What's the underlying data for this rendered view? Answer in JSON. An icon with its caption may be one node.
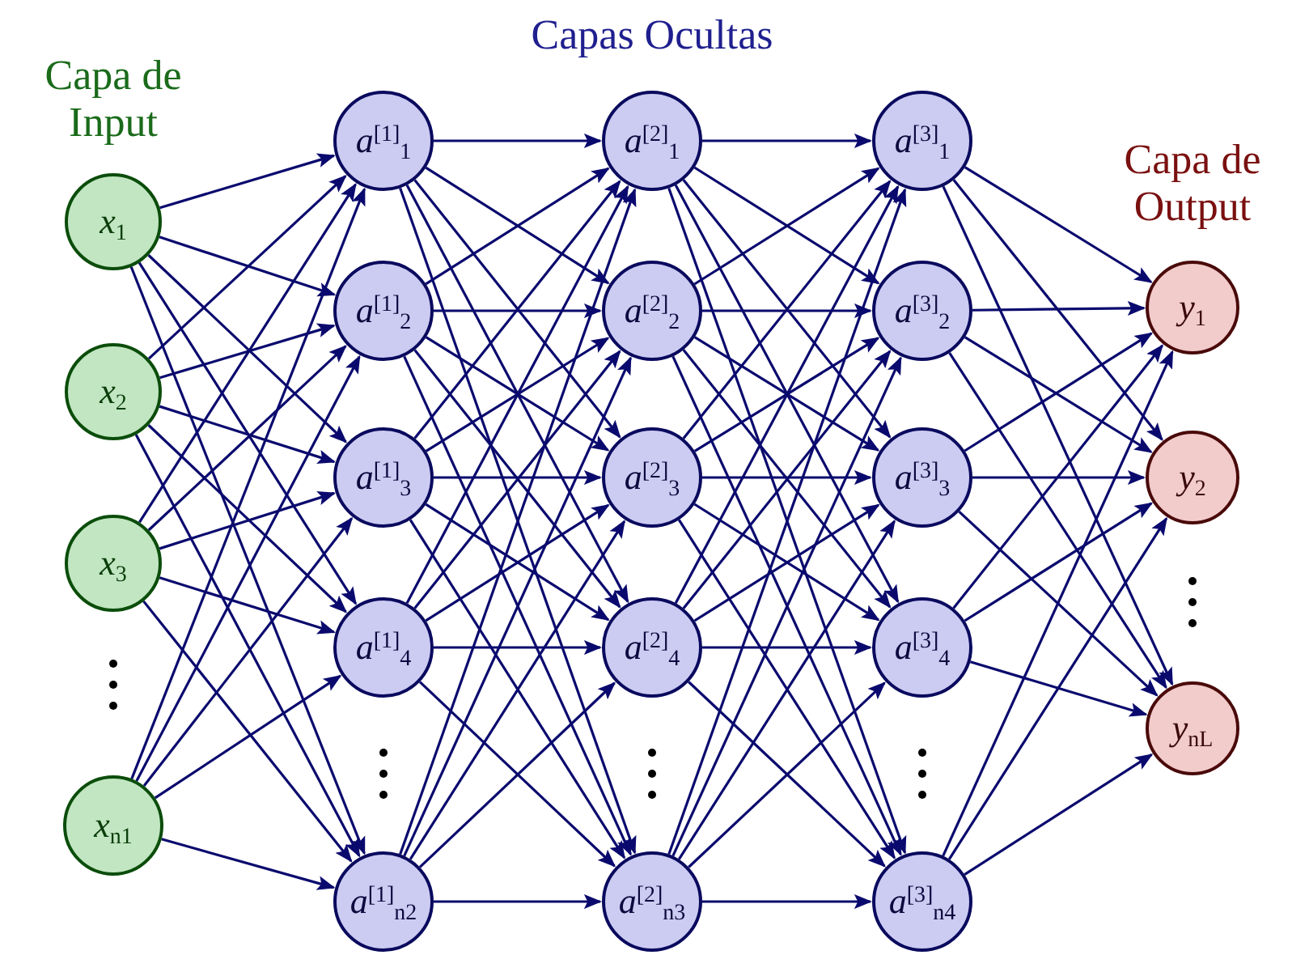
{
  "diagram": {
    "nodes": [
      {
        "text": [
          "*x*$_{1}$"
        ]
      },
      {
        "text": [
          "*x*$_{2}$"
        ]
      },
      {
        "text": [
          "*x*$_{3}$"
        ]
      },
      {
        "text": [
          "*x*$_{n1}$"
        ]
      },
      {
        "text": [
          "*a*$^{[1]}$$_{1}$"
        ]
      },
      {
        "text": [
          "*a*$^{[1]}$$_{2}$"
        ]
      },
      {
        "text": [
          "*a*$^{[1]}$$_{3}$"
        ]
      },
      {
        "text": [
          "*a*$^{[1]}$$_{4}$"
        ]
      },
      {
        "text": [
          "*a*$^{[1]}$$_{n2}$"
        ]
      },
      {
        "text": [
          "*a*$^{[2]}$$_{1}$"
        ]
      },
      {
        "text": [
          "*a*$^{[2]}$$_{2}$"
        ]
      },
      {
        "text": [
          "*a*$^{[2]}$$_{3}$"
        ]
      },
      {
        "text": [
          "*a*$^{[2]}$$_{4}$"
        ]
      },
      {
        "text": [
          "*a*$^{[2]}$$_{n3}$"
        ]
      },
      {
        "text": [
          "*a*$^{[3]}$$_{1}$"
        ]
      },
      {
        "text": [
          "*a*$^{[3]}$$_{2}$"
        ]
      },
      {
        "text": [
          "*a*$^{[3]}$$_{3}$"
        ]
      },
      {
        "text": [
          "*a*$^{[3]}$$_{4}$"
        ]
      },
      {
        "text": [
          "*a*$^{[3]}$$_{n4}$"
        ]
      },
      {
        "text": [
          "*y*$_{1}$"
        ]
      },
      {
        "text": [
          "*y*$_{2}$"
        ]
      },
      {
        "text": [
          "*y*$_{nL}$"
        ]
      }
    ],
    "edges": [
      {
        "from": 0,
        "to": 4,
        "arrow": "to"
      },
      {
        "from": 0,
        "to": 5,
        "arrow": "to"
      },
      {
        "from": 0,
        "to": 6,
        "arrow": "to"
      },
      {
        "from": 0,
        "to": 7,
        "arrow": "to"
      },
      {
        "from": 0,
        "to": 8,
        "arrow": "to"
      },
      {
        "from": 1,
        "to": 4,
        "arrow": "to"
      },
      {
        "from": 1,
        "to": 5,
        "arrow": "to"
      },
      {
        "from": 1,
        "to": 6,
        "arrow": "to"
      },
      {
        "from": 1,
        "to": 7,
        "arrow": "to"
      },
      {
        "from": 1,
        "to": 8,
        "arrow": "to"
      },
      {
        "from": 2,
        "to": 4,
        "arrow": "to"
      },
      {
        "from": 2,
        "to": 5,
        "arrow": "to"
      },
      {
        "from": 2,
        "to": 6,
        "arrow": "to"
      },
      {
        "from": 2,
        "to": 7,
        "arrow": "to"
      },
      {
        "from": 2,
        "to": 8,
        "arrow": "to"
      },
      {
        "from": 3,
        "to": 4,
        "arrow": "to"
      },
      {
        "from": 3,
        "to": 5,
        "arrow": "to"
      },
      {
        "from": 3,
        "to": 6,
        "arrow": "to"
      },
      {
        "from": 3,
        "to": 7,
        "arrow": "to"
      },
      {
        "from": 3,
        "to": 8,
        "arrow": "to"
      },
      {
        "from": 4,
        "to": 9,
        "arrow": "to"
      },
      {
        "from": 4,
        "to": 10,
        "arrow": "to"
      },
      {
        "from": 4,
        "to": 11,
        "arrow": "to"
      },
      {
        "from": 4,
        "to": 12,
        "arrow": "to"
      },
      {
        "from": 4,
        "to": 13,
        "arrow": "to"
      },
      {
        "from": 5,
        "to": 9,
        "arrow": "to"
      },
      {
        "from": 5,
        "to": 10,
        "arrow": "to"
      },
      {
        "from": 5,
        "to": 11,
        "arrow": "to"
      },
      {
        "from": 5,
        "to": 12,
        "arrow": "to"
      },
      {
        "from": 5,
        "to": 13,
        "arrow": "to"
      },
      {
        "from": 6,
        "to": 9,
        "arrow": "to"
      },
      {
        "from": 6,
        "to": 10,
        "arrow": "to"
      },
      {
        "from": 6,
        "to": 11,
        "arrow": "to"
      },
      {
        "from": 6,
        "to": 12,
        "arrow": "to"
      },
      {
        "from": 6,
        "to": 13,
        "arrow": "to"
      },
      {
        "from": 7,
        "to": 9,
        "arrow": "to"
      },
      {
        "from": 7,
        "to": 10,
        "arrow": "to"
      },
      {
        "from": 7,
        "to": 11,
        "arrow": "to"
      },
      {
        "from": 7,
        "to": 12,
        "arrow": "to"
      },
      {
        "from": 7,
        "to": 13,
        "arrow": "to"
      },
      {
        "from": 8,
        "to": 9,
        "arrow": "to"
      },
      {
        "from": 8,
        "to": 10,
        "arrow": "to"
      },
      {
        "from": 8,
        "to": 11,
        "arrow": "to"
      },
      {
        "from": 8,
        "to": 12,
        "arrow": "to"
      },
      {
        "from": 8,
        "to": 13,
        "arrow": "to"
      },
      {
        "from": 9,
        "to": 14,
        "arrow": "to"
      },
      {
        "from": 9,
        "to": 15,
        "arrow": "to"
      },
      {
        "from": 9,
        "to": 16,
        "arrow": "to"
      },
      {
        "from": 9,
        "to": 17,
        "arrow": "to"
      },
      {
        "from": 9,
        "to": 18,
        "arrow": "to"
      },
      {
        "from": 10,
        "to": 14,
        "arrow": "to"
      },
      {
        "from": 10,
        "to": 15,
        "arrow": "to"
      },
      {
        "from": 10,
        "to": 16,
        "arrow": "to"
      },
      {
        "from": 10,
        "to": 17,
        "arrow": "to"
      },
      {
        "from": 10,
        "to": 18,
        "arrow": "to"
      },
      {
        "from": 11,
        "to": 14,
        "arrow": "to"
      },
      {
        "from": 11,
        "to": 15,
        "arrow": "to"
      },
      {
        "from": 11,
        "to": 16,
        "arrow": "to"
      },
      {
        "from": 11,
        "to": 17,
        "arrow": "to"
      },
      {
        "from": 11,
        "to": 18,
        "arrow": "to"
      },
      {
        "from": 12,
        "to": 14,
        "arrow": "to"
      },
      {
        "from": 12,
        "to": 15,
        "arrow": "to"
      },
      {
        "from": 12,
        "to": 16,
        "arrow": "to"
      },
      {
        "from": 12,
        "to": 17,
        "arrow": "to"
      },
      {
        "from": 12,
        "to": 18,
        "arrow": "to"
      },
      {
        "from": 13,
        "to": 14,
        "arrow": "to"
      },
      {
        "from": 13,
        "to": 15,
        "arrow": "to"
      },
      {
        "from": 13,
        "to": 16,
        "arrow": "to"
      },
      {
        "from": 13,
        "to": 17,
        "arrow": "to"
      },
      {
        "from": 13,
        "to": 18,
        "arrow": "to"
      },
      {
        "from": 14,
        "to": 19,
        "arrow": "to"
      },
      {
        "from": 14,
        "to": 20,
        "arrow": "to"
      },
      {
        "from": 14,
        "to": 21,
        "arrow": "to"
      },
      {
        "from": 15,
        "to": 19,
        "arrow": "to"
      },
      {
        "from": 15,
        "to": 20,
        "arrow": "to"
      },
      {
        "from": 15,
        "to": 21,
        "arrow": "to"
      },
      {
        "from": 16,
        "to": 19,
        "arrow": "to"
      },
      {
        "from": 16,
        "to": 20,
        "arrow": "to"
      },
      {
        "from": 16,
        "to": 21,
        "arrow": "to"
      },
      {
        "from": 17,
        "to": 19,
        "arrow": "to"
      },
      {
        "from": 17,
        "to": 20,
        "arrow": "to"
      },
      {
        "from": 17,
        "to": 21,
        "arrow": "to"
      },
      {
        "from": 18,
        "to": 19,
        "arrow": "to"
      },
      {
        "from": 18,
        "to": 20,
        "arrow": "to"
      },
      {
        "from": 18,
        "to": 21,
        "arrow": "to"
      }
    ],
    "labels": [
      "Capas Ocultas",
      "Capa de Input",
      "Capa de Output"
    ]
  }
}
